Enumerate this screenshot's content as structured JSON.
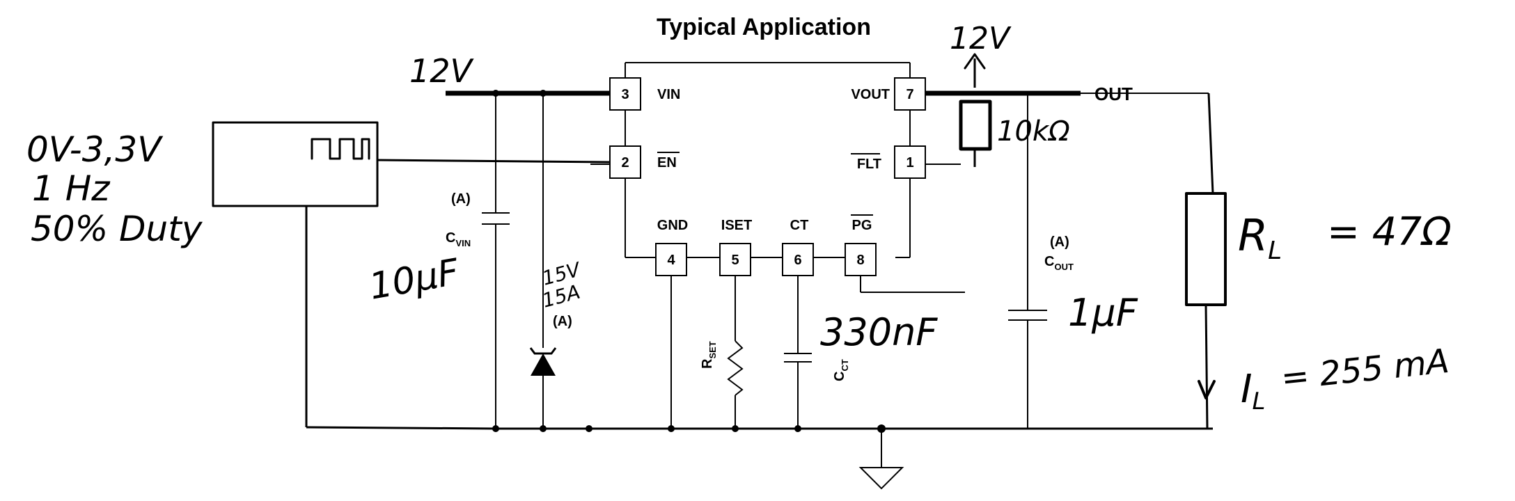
{
  "title": "Typical Application",
  "pins": {
    "vin": {
      "num": "3",
      "name": "VIN"
    },
    "en": {
      "num": "2",
      "name": "EN"
    },
    "gnd": {
      "num": "4",
      "name": "GND"
    },
    "iset": {
      "num": "5",
      "name": "ISET"
    },
    "ct": {
      "num": "6",
      "name": "CT"
    },
    "pg": {
      "num": "8",
      "name": "PG"
    },
    "flt": {
      "num": "1",
      "name": "FLT"
    },
    "vout": {
      "num": "7",
      "name": "VOUT"
    }
  },
  "labels": {
    "out": "OUT",
    "cvin_note": "(A)",
    "cvin_main": "C",
    "cvin_sub": "VIN",
    "tvs_note": "(A)",
    "cout_note": "(A)",
    "cout_main": "C",
    "cout_sub": "OUT",
    "rset_main": "R",
    "rset_sub": "SET",
    "cct_main": "C",
    "cct_sub": "CT"
  },
  "handwritten": {
    "vin_rail": "12V",
    "pullup_rail": "12V",
    "signal_level": "0V-3,3V",
    "signal_freq": "1 Hz",
    "signal_duty": "50% Duty",
    "cvin_value": "10μF",
    "tvs_voltage": "15V",
    "tvs_current": "15A",
    "cct_value": "330nF",
    "cout_value": "1μF",
    "pullup_value": "10kΩ",
    "rl_label": "R",
    "rl_sub": "L",
    "rl_value": "= 47Ω",
    "il_label": "I",
    "il_sub": "L",
    "il_value": "= 255 mA"
  },
  "icons": [
    "square-wave-icon",
    "ground-icon",
    "tvs-diode-icon",
    "resistor-icon",
    "capacitor-icon",
    "arrow-up-icon",
    "arrow-down-icon"
  ]
}
